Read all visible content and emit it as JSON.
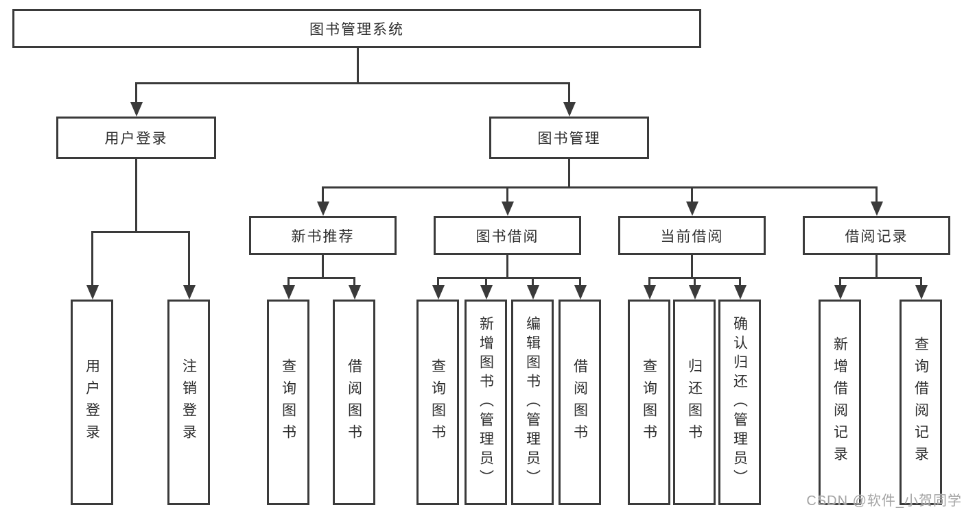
{
  "nodes": {
    "root": "图书管理系统",
    "user_login": "用户登录",
    "book_mgmt": "图书管理",
    "new_books": "新书推荐",
    "book_borrow": "图书借阅",
    "current_borrow": "当前借阅",
    "borrow_records": "借阅记录"
  },
  "leaves": {
    "user_login": [
      "用户登录",
      "注销登录"
    ],
    "new_books": [
      "查询图书",
      "借阅图书"
    ],
    "book_borrow": [
      "查询图书",
      "新增图书（管理员）",
      "编辑图书（管理员）",
      "借阅图书"
    ],
    "current_borrow": [
      "查询图书",
      "归还图书",
      "确认归还（管理员）"
    ],
    "borrow_records": [
      "新增借阅记录",
      "查询借阅记录"
    ]
  },
  "watermark": "CSDN @软件_小贺同学",
  "colors": {
    "line": "#3a3a3a",
    "text": "#2d2d2d",
    "background": "#ffffff",
    "watermark": "#a3a3a3"
  }
}
